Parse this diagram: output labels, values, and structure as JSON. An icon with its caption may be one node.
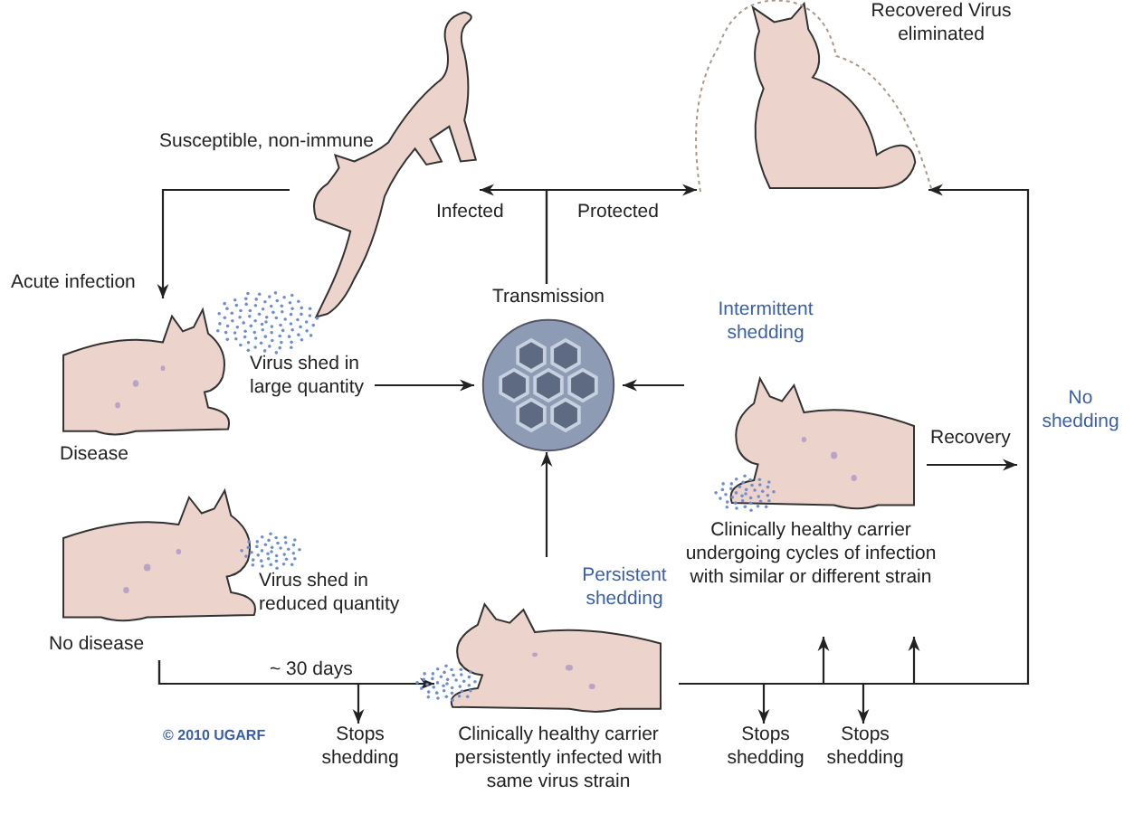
{
  "diagram": {
    "nodes": [
      {
        "text": [],
        "shape": "picture",
        "beside": [
          "Susceptible, non-immune"
        ]
      },
      {
        "text": [],
        "shape": "picture",
        "beside": [
          "Recovered Virus eliminated"
        ]
      },
      {
        "text": [
          "Disease",
          "Virus shed in large quantity"
        ]
      },
      {
        "text": [
          "No disease",
          "Virus shed in reduced quantity"
        ]
      },
      {
        "text": [
          "Transmission"
        ]
      },
      {
        "text": [
          "Intermittent shedding",
          "Clinically healthy carrier undergoing cycles of infection with similar or different strain"
        ]
      },
      {
        "text": [
          "Persistent shedding",
          "Clinically healthy carrier persistently infected with same virus strain"
        ]
      },
      {
        "text": [
          "Stops shedding"
        ]
      },
      {
        "text": [
          "Stops shedding"
        ]
      },
      {
        "text": [
          "Stops shedding"
        ]
      }
    ],
    "edges": [
      {
        "from": 4,
        "to": 0,
        "arrow": "to",
        "label": "Infected"
      },
      {
        "from": 4,
        "to": 1,
        "arrow": "to",
        "label": "Protected"
      },
      {
        "from": 0,
        "to": 2,
        "arrow": "to",
        "label": "Acute infection"
      },
      {
        "from": 2,
        "to": 4,
        "arrow": "to"
      },
      {
        "from": 5,
        "to": 4,
        "arrow": "to"
      },
      {
        "from": 6,
        "to": 4,
        "arrow": "to"
      },
      {
        "from": 3,
        "to": 6,
        "arrow": "to",
        "label": "~ 30 days"
      },
      {
        "from": 3,
        "to": 7,
        "arrow": "to"
      },
      {
        "from": 6,
        "to": 8,
        "arrow": "to"
      },
      {
        "from": 6,
        "to": 9,
        "arrow": "to"
      },
      {
        "from": 6,
        "to": 5,
        "arrow": "to"
      },
      {
        "from": 6,
        "to": 5,
        "arrow": "to"
      },
      {
        "from": 6,
        "to": 1,
        "arrow": "to",
        "label": "No shedding"
      },
      {
        "from": 5,
        "to": null,
        "arrow": "to",
        "label": "Recovery"
      }
    ],
    "labels": [
      "© 2010 UGARF"
    ]
  }
}
